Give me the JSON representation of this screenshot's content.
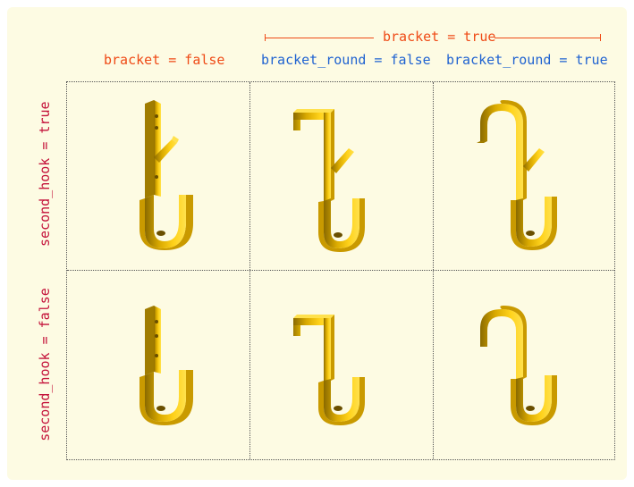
{
  "labels": {
    "top_bracket": "bracket = true",
    "col1": "bracket = false",
    "col2": "bracket_round = false",
    "col3": "bracket_round = true",
    "row1": "second_hook = true",
    "row2": "second_hook = false"
  },
  "colors": {
    "background": "#fdfbe3",
    "orange": "#ef4a16",
    "blue": "#2063d1",
    "red": "#c4123a",
    "hook_light": "#ffd21a",
    "hook_dark": "#b38a00"
  },
  "cells": [
    {
      "bracket": false,
      "bracket_round": false,
      "second_hook": true
    },
    {
      "bracket": true,
      "bracket_round": false,
      "second_hook": true
    },
    {
      "bracket": true,
      "bracket_round": true,
      "second_hook": true
    },
    {
      "bracket": false,
      "bracket_round": false,
      "second_hook": false
    },
    {
      "bracket": true,
      "bracket_round": false,
      "second_hook": false
    },
    {
      "bracket": true,
      "bracket_round": true,
      "second_hook": false
    }
  ]
}
